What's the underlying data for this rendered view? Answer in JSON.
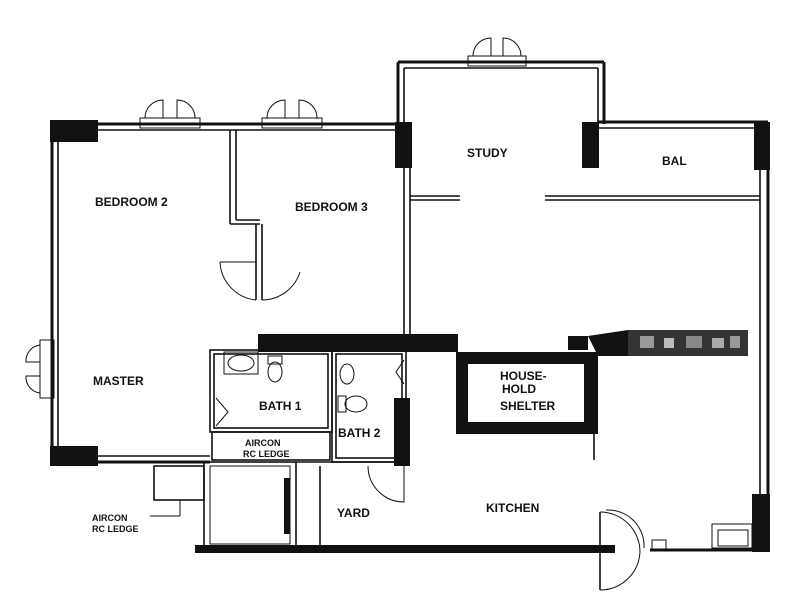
{
  "rooms": {
    "bedroom2": "BEDROOM 2",
    "bedroom3": "BEDROOM 3",
    "study": "STUDY",
    "bal": "BAL",
    "master": "MASTER",
    "bath1": "BATH 1",
    "bath2": "BATH 2",
    "household_line1": "HOUSE-",
    "household_line2": "HOLD",
    "household_line3": "SHELTER",
    "yard": "YARD",
    "kitchen": "KITCHEN"
  },
  "ledges": {
    "inner_line1": "AIRCON",
    "inner_line2": "RC LEDGE",
    "outer_line1": "AIRCON",
    "outer_line2": "RC LEDGE"
  }
}
